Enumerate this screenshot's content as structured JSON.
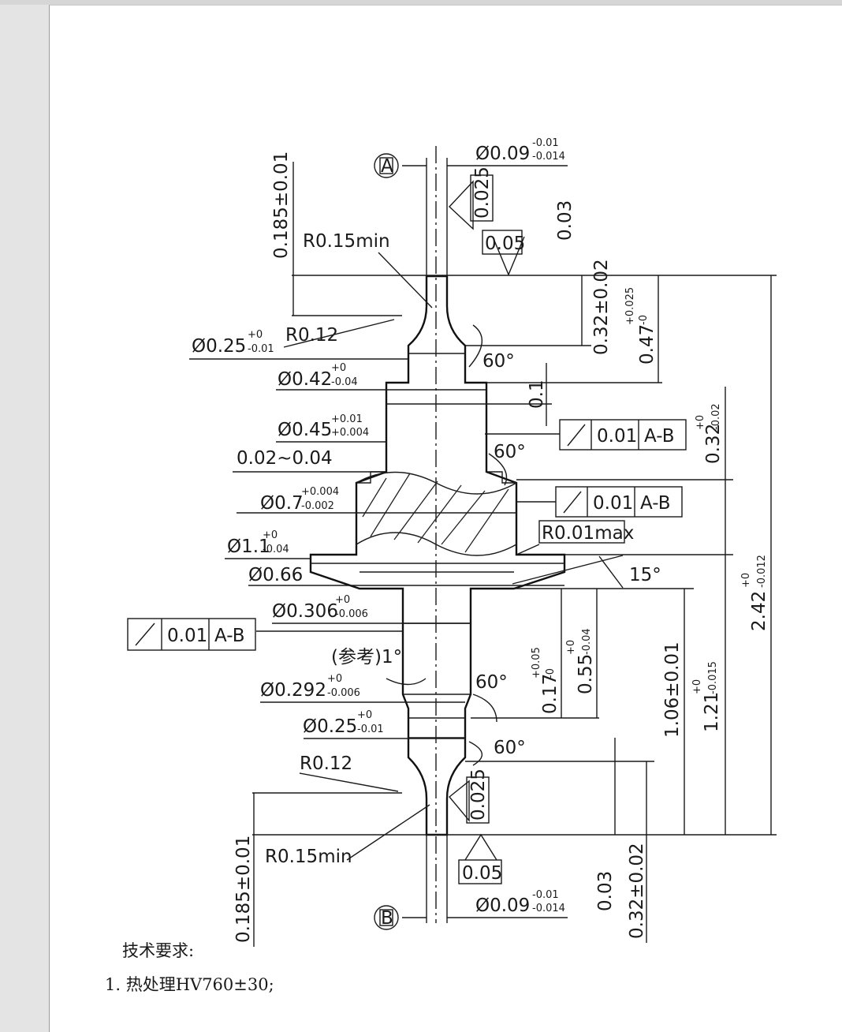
{
  "drawing": {
    "datum_a": "A",
    "datum_b": "B",
    "dims": {
      "d009_top": "Ø0.09",
      "d009_top_up": "-0.01",
      "d009_top_lo": "-0.014",
      "flat0025_top": "0.025",
      "flat005_top": "0.05",
      "len003_top": "0.03",
      "len0185_top": "0.185±0.01",
      "r015_top": "R0.15min",
      "r012_top": "R0.12",
      "d025_top": "Ø0.25",
      "d025_top_up": "+0",
      "d025_top_lo": "-0.01",
      "len032_top": "0.32±0.02",
      "len047": "0.47",
      "len047_up": "+0.025",
      "len047_lo": "-0",
      "ang60_1": "60°",
      "d042": "Ø0.42",
      "d042_up": "+0",
      "d042_lo": "-0.04",
      "len01": "0.1",
      "d045": "Ø0.45",
      "d045_up": "+0.01",
      "d045_lo": "+0.004",
      "gap": "0.02~0.04",
      "ang60_2": "60°",
      "len032_mid": "0.32",
      "len032_mid_up": "+0",
      "len032_mid_lo": "-0.02",
      "d07": "Ø0.7",
      "d07_up": "+0.004",
      "d07_lo": "-0.002",
      "r001": "R0.01max",
      "d11": "Ø1.1",
      "d11_up": "+0",
      "d11_lo": "-0.04",
      "d066": "Ø0.66",
      "ang15": "15°",
      "len242": "2.42",
      "len242_up": "+0",
      "len242_lo": "-0.012",
      "d0306": "Ø0.306",
      "d0306_up": "+0",
      "d0306_lo": "-0.006",
      "ref1": "(参考)1°",
      "len055": "0.55",
      "len055_up": "+0",
      "len055_lo": "-0.04",
      "len017": "0.17",
      "len017_up": "+0.05",
      "len017_lo": "-0",
      "len106": "1.06±0.01",
      "len121": "1.21",
      "len121_up": "+0",
      "len121_lo": "-0.015",
      "d0292": "Ø0.292",
      "d0292_up": "+0",
      "d0292_lo": "-0.006",
      "ang60_3": "60°",
      "d025_bot": "Ø0.25",
      "d025_bot_up": "+0",
      "d025_bot_lo": "-0.01",
      "ang60_4": "60°",
      "r012_bot": "R0.12",
      "flat0025_bot": "0.025",
      "r015_bot": "R0.15min",
      "flat005_bot": "0.05",
      "len0185_bot": "0.185±0.01",
      "d009_bot": "Ø0.09",
      "d009_bot_up": "-0.01",
      "d009_bot_lo": "-0.014",
      "len003_bot": "0.03",
      "len032_bot": "0.32±0.02"
    },
    "runout_frames": [
      {
        "tol": "0.01",
        "datum": "A-B"
      },
      {
        "tol": "0.01",
        "datum": "A-B"
      },
      {
        "tol": "0.01",
        "datum": "A-B"
      }
    ]
  },
  "notes": {
    "heading": "技术要求:",
    "item1": "1. 热处理HV760±30;"
  }
}
